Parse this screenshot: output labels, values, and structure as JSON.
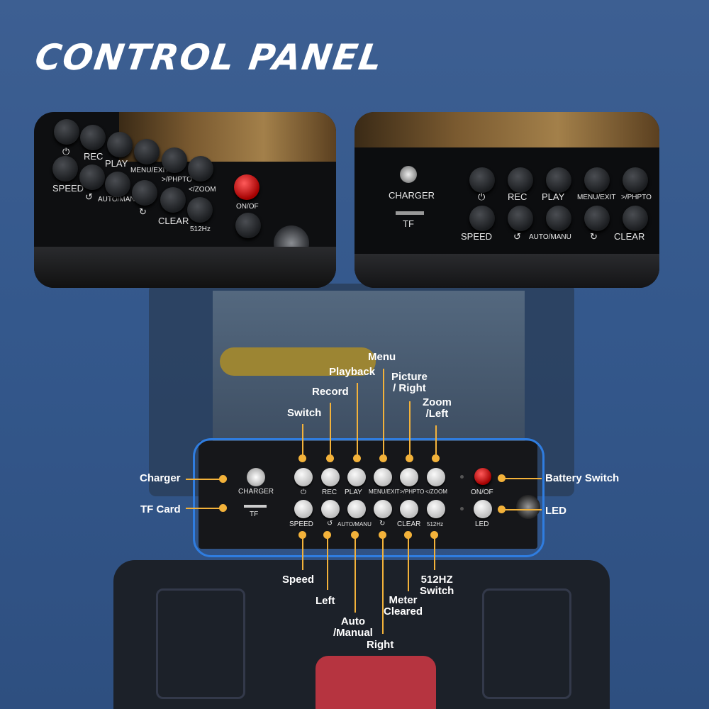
{
  "page": {
    "title": "CONTROL PANEL"
  },
  "left_inset": {
    "labels": {
      "rec": "REC",
      "play": "PLAY",
      "menu": "MENU/EXIT",
      "photo": ">/PHPTO",
      "zoom": "</ZOOM",
      "speed": "SPEED",
      "auto": "AUTO/MANU",
      "clear": "CLEAR",
      "hz": "512Hz",
      "onof": "ON/OF"
    }
  },
  "right_inset": {
    "labels": {
      "charger": "CHARGER",
      "tf": "TF",
      "rec": "REC",
      "play": "PLAY",
      "menu": "MENU/EXIT",
      "photo": ">/PHPTO",
      "speed": "SPEED",
      "auto": "AUTO/MANU",
      "clear": "CLEAR"
    }
  },
  "panel": {
    "labels": {
      "charger": "CHARGER",
      "tf": "TF",
      "rec": "REC",
      "play": "PLAY",
      "menu": "MENU/EXIT",
      "photo": ">/PHPTO",
      "zoom": "</ZOOM",
      "onof": "ON/OF",
      "speed": "SPEED",
      "auto": "AUTO/MANU",
      "clear": "CLEAR",
      "hz": "512Hz",
      "led": "LED"
    },
    "icons": {
      "power": "power-icon",
      "cycle": "cycle-icon"
    }
  },
  "annotations": {
    "menu": "Menu",
    "playback": "Playback",
    "picture": "Picture\n/ Right",
    "record": "Record",
    "zoom": "Zoom\n/Left",
    "switch": "Switch",
    "charger": "Charger",
    "battery": "Battery Switch",
    "tfcard": "TF Card",
    "led": "LED",
    "speed": "Speed",
    "left": "Left",
    "auto": "Auto\n/Manual",
    "right": "Right",
    "meter": "Meter\nCleared",
    "hz": "512HZ\nSwitch"
  },
  "colors": {
    "accent": "#2f7de0",
    "annotation": "#f3b23a",
    "background": "#34588c"
  }
}
